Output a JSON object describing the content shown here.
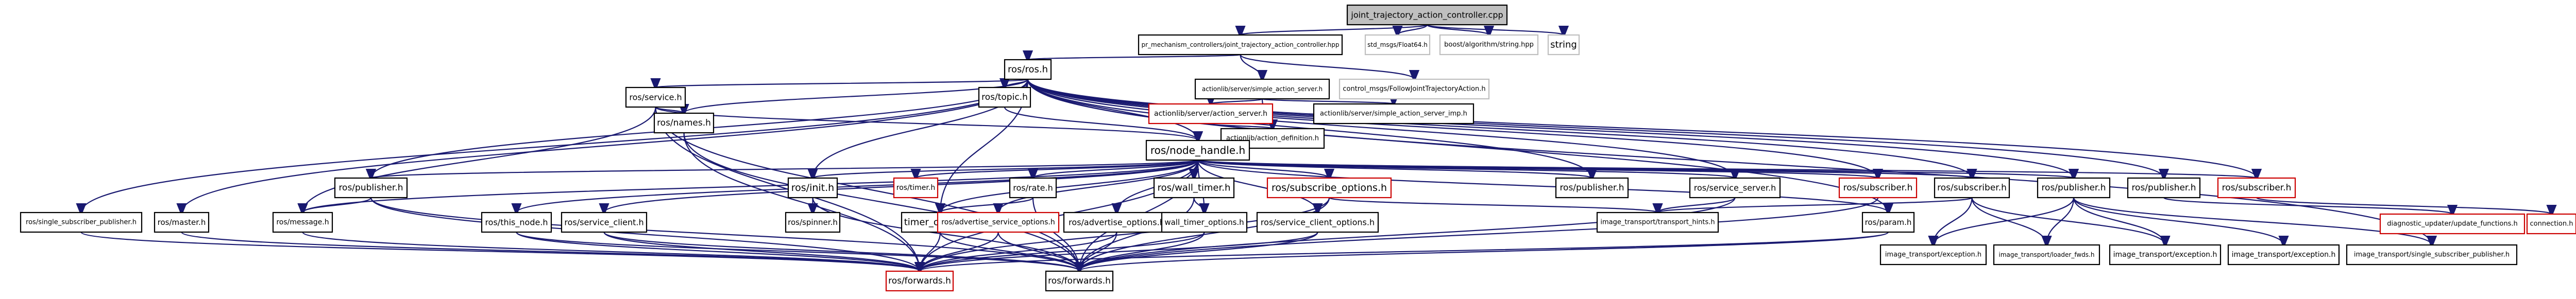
{
  "nodes": [
    {
      "id": "root",
      "label": "joint_trajectory_action_controller.cpp",
      "style": "root"
    },
    {
      "id": "jtac_hpp",
      "label": "pr_mechanism_controllers/joint_trajectory_action_controller.hpp",
      "style": "normal"
    },
    {
      "id": "float64",
      "label": "std_msgs/Float64.h",
      "style": "grey"
    },
    {
      "id": "boost_algo",
      "label": "boost/algorithm/string.hpp",
      "style": "grey"
    },
    {
      "id": "string",
      "label": "string",
      "style": "grey"
    },
    {
      "id": "ros_h",
      "label": "ros/ros.h",
      "style": "normal"
    },
    {
      "id": "sas_h",
      "label": "actionlib/server/simple_action_server.h",
      "style": "normal"
    },
    {
      "id": "fjta",
      "label": "control_msgs/FollowJointTrajectoryAction.h",
      "style": "grey"
    },
    {
      "id": "action_server",
      "label": "actionlib/server/action_server.h",
      "style": "red"
    },
    {
      "id": "sas_imp",
      "label": "actionlib/server/simple_action_server_imp.h",
      "style": "normal"
    },
    {
      "id": "action_def",
      "label": "actionlib/action_definition.h",
      "style": "normal"
    },
    {
      "id": "service_h",
      "label": "ros/service.h",
      "style": "normal"
    },
    {
      "id": "topic_h",
      "label": "ros/topic.h",
      "style": "normal"
    },
    {
      "id": "names_h",
      "label": "ros/names.h",
      "style": "normal"
    },
    {
      "id": "node_handle",
      "label": "ros/node_handle.h",
      "style": "normal"
    },
    {
      "id": "publisher_l",
      "label": "ros/publisher.h",
      "style": "normal"
    },
    {
      "id": "init_h",
      "label": "ros/init.h",
      "style": "normal"
    },
    {
      "id": "timer_red",
      "label": "ros/timer.h",
      "style": "red"
    },
    {
      "id": "rate_h",
      "label": "ros/rate.h",
      "style": "normal"
    },
    {
      "id": "walltimer_h",
      "label": "ros/wall_timer.h",
      "style": "normal"
    },
    {
      "id": "sub_opts",
      "label": "ros/subscribe_options.h",
      "style": "red"
    },
    {
      "id": "publisher_m",
      "label": "ros/publisher.h",
      "style": "normal"
    },
    {
      "id": "service_server",
      "label": "ros/service_server.h",
      "style": "normal"
    },
    {
      "id": "subscriber_red",
      "label": "ros/subscriber.h",
      "style": "red"
    },
    {
      "id": "subscriber_h",
      "label": "ros/subscriber.h",
      "style": "normal"
    },
    {
      "id": "publisher_r",
      "label": "ros/publisher.h",
      "style": "normal"
    },
    {
      "id": "publisher_r2",
      "label": "ros/publisher.h",
      "style": "normal"
    },
    {
      "id": "subscriber_r2",
      "label": "ros/subscriber.h",
      "style": "red"
    },
    {
      "id": "single_sub_pub",
      "label": "ros/single_subscriber_publisher.h",
      "style": "normal"
    },
    {
      "id": "master_h",
      "label": "ros/master.h",
      "style": "normal"
    },
    {
      "id": "message_h",
      "label": "ros/message.h",
      "style": "normal"
    },
    {
      "id": "this_node",
      "label": "ros/this_node.h",
      "style": "normal"
    },
    {
      "id": "service_client",
      "label": "ros/service_client.h",
      "style": "normal"
    },
    {
      "id": "spinner_h",
      "label": "ros/spinner.h",
      "style": "normal"
    },
    {
      "id": "timer_options",
      "label": "timer_options.h",
      "style": "normal"
    },
    {
      "id": "adv_srv_opts",
      "label": "ros/advertise_service_options.h",
      "style": "red"
    },
    {
      "id": "adv_opts",
      "label": "ros/advertise_options.h",
      "style": "normal"
    },
    {
      "id": "wall_timer_opts",
      "label": "wall_timer_options.h",
      "style": "normal"
    },
    {
      "id": "srv_client_opts",
      "label": "ros/service_client_options.h",
      "style": "normal"
    },
    {
      "id": "transport_hints",
      "label": "image_transport/transport_hints.h",
      "style": "normal"
    },
    {
      "id": "param_h",
      "label": "ros/param.h",
      "style": "normal"
    },
    {
      "id": "it_exc1",
      "label": "image_transport/exception.h",
      "style": "normal"
    },
    {
      "id": "loader_fwds",
      "label": "image_transport/loader_fwds.h",
      "style": "normal"
    },
    {
      "id": "it_exc2",
      "label": "image_transport/exception.h",
      "style": "normal"
    },
    {
      "id": "it_exc3",
      "label": "image_transport/exception.h",
      "style": "normal"
    },
    {
      "id": "it_single_pub",
      "label": "image_transport/single_subscriber_publisher.h",
      "style": "normal"
    },
    {
      "id": "diag_update",
      "label": "diagnostic_updater/update_functions.h",
      "style": "red"
    },
    {
      "id": "connection_h",
      "label": "connection.h",
      "style": "red"
    },
    {
      "id": "forwards_red",
      "label": "ros/forwards.h",
      "style": "red"
    },
    {
      "id": "forwards_h",
      "label": "ros/forwards.h",
      "style": "normal"
    }
  ],
  "edges": [
    [
      "root",
      "jtac_hpp"
    ],
    [
      "root",
      "float64"
    ],
    [
      "root",
      "boost_algo"
    ],
    [
      "root",
      "string"
    ],
    [
      "jtac_hpp",
      "ros_h"
    ],
    [
      "jtac_hpp",
      "sas_h"
    ],
    [
      "jtac_hpp",
      "fjta"
    ],
    [
      "sas_h",
      "action_server"
    ],
    [
      "sas_h",
      "sas_imp"
    ],
    [
      "sas_h",
      "action_def"
    ],
    [
      "action_server",
      "action_def"
    ],
    [
      "ros_h",
      "service_h"
    ],
    [
      "ros_h",
      "topic_h"
    ],
    [
      "ros_h",
      "names_h"
    ],
    [
      "ros_h",
      "node_handle"
    ],
    [
      "ros_h",
      "publisher_l"
    ],
    [
      "ros_h",
      "single_sub_pub"
    ],
    [
      "ros_h",
      "master_h"
    ],
    [
      "ros_h",
      "init_h"
    ],
    [
      "ros_h",
      "publisher_m"
    ],
    [
      "ros_h",
      "service_server"
    ],
    [
      "ros_h",
      "subscriber_red"
    ],
    [
      "ros_h",
      "subscriber_h"
    ],
    [
      "ros_h",
      "publisher_r"
    ],
    [
      "ros_h",
      "publisher_r2"
    ],
    [
      "ros_h",
      "subscriber_r2"
    ],
    [
      "ros_h",
      "it_single_pub"
    ],
    [
      "ros_h",
      "param_h"
    ],
    [
      "ros_h",
      "timer_options"
    ],
    [
      "service_h",
      "names_h"
    ],
    [
      "service_h",
      "node_handle"
    ],
    [
      "service_h",
      "forwards_red"
    ],
    [
      "service_h",
      "forwards_h"
    ],
    [
      "service_h",
      "message_h"
    ],
    [
      "topic_h",
      "node_handle"
    ],
    [
      "names_h",
      "forwards_red"
    ],
    [
      "names_h",
      "forwards_h"
    ],
    [
      "node_handle",
      "publisher_l"
    ],
    [
      "node_handle",
      "init_h"
    ],
    [
      "node_handle",
      "timer_red"
    ],
    [
      "node_handle",
      "rate_h"
    ],
    [
      "node_handle",
      "walltimer_h"
    ],
    [
      "node_handle",
      "sub_opts"
    ],
    [
      "node_handle",
      "publisher_m"
    ],
    [
      "node_handle",
      "service_server"
    ],
    [
      "node_handle",
      "subscriber_red"
    ],
    [
      "node_handle",
      "subscriber_h"
    ],
    [
      "node_handle",
      "publisher_r"
    ],
    [
      "node_handle",
      "subscriber_r2"
    ],
    [
      "node_handle",
      "this_node"
    ],
    [
      "node_handle",
      "service_client"
    ],
    [
      "node_handle",
      "adv_srv_opts"
    ],
    [
      "node_handle",
      "adv_opts"
    ],
    [
      "node_handle",
      "wall_timer_opts"
    ],
    [
      "node_handle",
      "srv_client_opts"
    ],
    [
      "node_handle",
      "timer_options"
    ],
    [
      "node_handle",
      "forwards_red"
    ],
    [
      "node_handle",
      "forwards_h"
    ],
    [
      "node_handle",
      "message_h"
    ],
    [
      "node_handle",
      "param_h"
    ],
    [
      "publisher_l",
      "message_h"
    ],
    [
      "publisher_l",
      "forwards_red"
    ],
    [
      "publisher_l",
      "forwards_h"
    ],
    [
      "init_h",
      "spinner_h"
    ],
    [
      "init_h",
      "forwards_h"
    ],
    [
      "rate_h",
      "timer_options"
    ],
    [
      "rate_h",
      "forwards_h"
    ],
    [
      "walltimer_h",
      "wall_timer_opts"
    ],
    [
      "walltimer_h",
      "forwards_h"
    ],
    [
      "sub_opts",
      "forwards_red"
    ],
    [
      "sub_opts",
      "forwards_h"
    ],
    [
      "sub_opts",
      "transport_hints"
    ],
    [
      "service_server",
      "forwards_h"
    ],
    [
      "service_server",
      "transport_hints"
    ],
    [
      "subscriber_red",
      "forwards_h"
    ],
    [
      "subscriber_h",
      "it_exc1"
    ],
    [
      "subscriber_h",
      "loader_fwds"
    ],
    [
      "subscriber_h",
      "transport_hints"
    ],
    [
      "subscriber_h",
      "it_exc2"
    ],
    [
      "publisher_r",
      "it_exc1"
    ],
    [
      "publisher_r",
      "loader_fwds"
    ],
    [
      "publisher_r",
      "it_exc2"
    ],
    [
      "publisher_r",
      "it_exc3"
    ],
    [
      "publisher_r",
      "it_single_pub"
    ],
    [
      "publisher_r2",
      "diag_update"
    ],
    [
      "subscriber_r2",
      "connection_h"
    ],
    [
      "single_sub_pub",
      "forwards_red"
    ],
    [
      "master_h",
      "forwards_red"
    ],
    [
      "message_h",
      "forwards_red"
    ],
    [
      "this_node",
      "forwards_red"
    ],
    [
      "this_node",
      "forwards_h"
    ],
    [
      "service_client",
      "forwards_red"
    ],
    [
      "service_client",
      "forwards_h"
    ],
    [
      "timer_options",
      "forwards_red"
    ],
    [
      "timer_options",
      "forwards_h"
    ],
    [
      "adv_srv_opts",
      "forwards_red"
    ],
    [
      "adv_srv_opts",
      "forwards_h"
    ],
    [
      "adv_opts",
      "forwards_red"
    ],
    [
      "adv_opts",
      "forwards_h"
    ],
    [
      "wall_timer_opts",
      "forwards_red"
    ],
    [
      "wall_timer_opts",
      "forwards_h"
    ],
    [
      "srv_client_opts",
      "forwards_red"
    ],
    [
      "srv_client_opts",
      "forwards_h"
    ],
    [
      "param_h",
      "forwards_red"
    ],
    [
      "param_h",
      "forwards_h"
    ]
  ]
}
